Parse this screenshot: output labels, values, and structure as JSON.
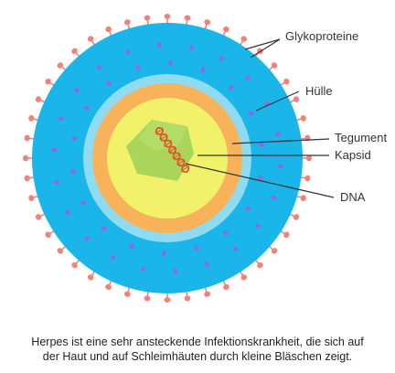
{
  "diagram": {
    "labels": {
      "glycoproteins": "Glykoproteine",
      "envelope": "Hülle",
      "tegument": "Tegument",
      "capsid": "Kapsid",
      "dna": "DNA"
    }
  },
  "caption": {
    "line1": "Herpes ist eine sehr ansteckende Infektionskrankheit, die sich auf",
    "line2": "der Haut und auf Schleimhäuten durch kleine Bläschen zeigt."
  },
  "colors": {
    "envelope": "#1ab6ea",
    "inner_ring": "#8fdcf2",
    "tegument": "#f7b25a",
    "capsid_bg": "#f2f26a",
    "capsid": "#a9d65a",
    "glycoprotein": "#f08278",
    "embedded_protein": "#9a63d8",
    "dna": "#e2562a",
    "leader": "#333333"
  }
}
